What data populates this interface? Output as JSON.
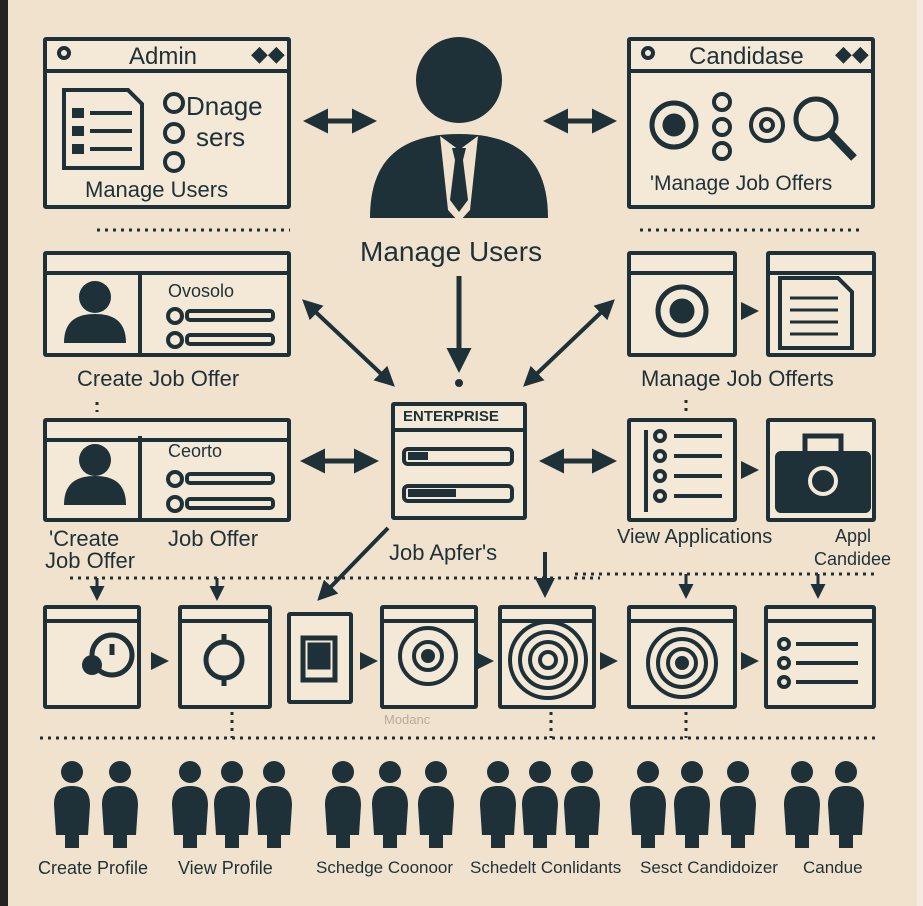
{
  "header": {
    "admin_title": "Admin",
    "candidate_title": "Candidase",
    "center_label": "Manage Users"
  },
  "admin_panel": {
    "list_lines": [
      "Dnage",
      "sers"
    ],
    "caption": "Manage Users"
  },
  "candidate_panel": {
    "caption": "'Manage Job Offers"
  },
  "row2": {
    "left_box_text": "Ovosolo",
    "left_caption": "Create  Job Offer",
    "right_caption": "Manage Job Offerts"
  },
  "row3": {
    "left_box_text": "Ceorto",
    "left_caption_a": "'Create",
    "left_caption_b": "Job Offer",
    "left_caption_c": "Job Offer",
    "center_title": "ENTERPRISE",
    "center_label": "Job Apfer's",
    "right_caption": "View Applications",
    "right_caption_b": "Appl",
    "right_caption_c": "Candidee"
  },
  "row4": {
    "caption": "Modanc"
  },
  "bottom_labels": [
    "Create Profile",
    "View Profile",
    "Schedge Coonoor",
    "Schedelt Conlidants",
    "Sesct Candidoizer",
    "Candue"
  ],
  "colors": {
    "background": "#f1e2cd",
    "ink": "#1e3138",
    "border_left": "#232323"
  }
}
